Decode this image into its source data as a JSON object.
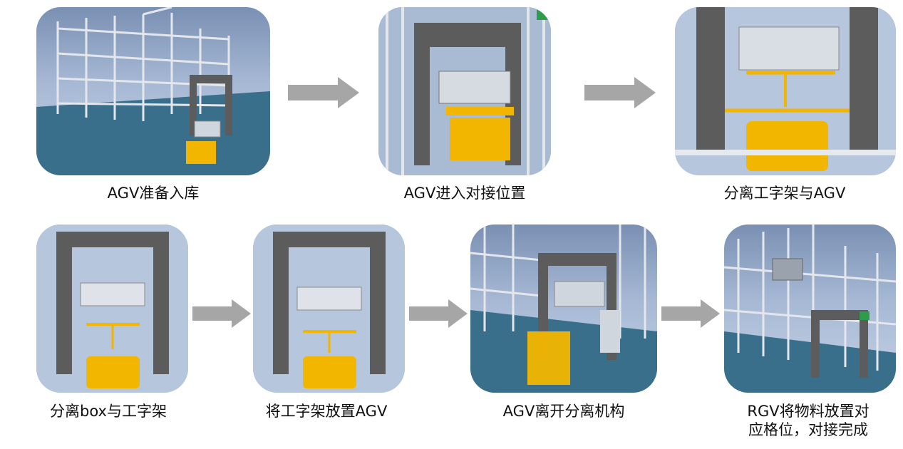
{
  "colors": {
    "arrow": "#a6a6a6",
    "frame": "#5c5c5c",
    "agv": "#f2b500",
    "rack": "#dfe4ea",
    "floor": "#3a6f8c"
  },
  "steps": [
    {
      "caption": "AGV准备入库"
    },
    {
      "caption": "AGV进入对接位置"
    },
    {
      "caption": "分离工字架与AGV"
    },
    {
      "caption": "分离box与工字架"
    },
    {
      "caption": "将工字架放置AGV"
    },
    {
      "caption": "AGV离开分离机构"
    },
    {
      "caption_line1": "RGV将物料放置对",
      "caption_line2": "应格位，对接完成"
    }
  ]
}
